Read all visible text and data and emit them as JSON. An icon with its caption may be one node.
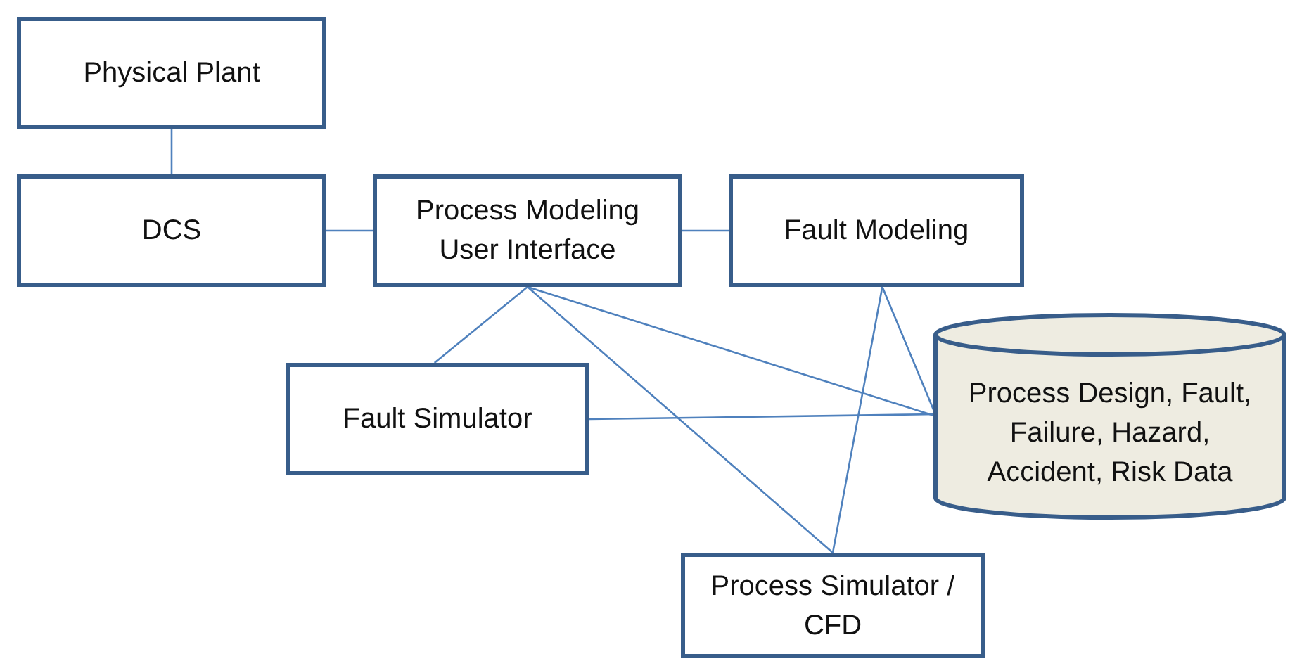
{
  "diagram": {
    "nodes": [
      {
        "text": [
          "Physical Plant"
        ]
      },
      {
        "text": [
          "DCS"
        ]
      },
      {
        "text": [
          "Process Modeling User Interface"
        ]
      },
      {
        "text": [
          "Fault Modeling"
        ]
      },
      {
        "text": [
          "Fault Simulator"
        ]
      },
      {
        "text": [
          "Process Design, Fault, Failure, Hazard, Accident, Risk Data"
        ]
      },
      {
        "text": [
          "Process Simulator / CFD"
        ]
      }
    ],
    "edges": [
      {
        "from": 0,
        "to": 1,
        "arrow": "none"
      },
      {
        "from": 1,
        "to": 2,
        "arrow": "none"
      },
      {
        "from": 2,
        "to": 3,
        "arrow": "none"
      },
      {
        "from": 2,
        "to": 4,
        "arrow": "none"
      },
      {
        "from": 2,
        "to": 5,
        "arrow": "none"
      },
      {
        "from": 2,
        "to": 6,
        "arrow": "none"
      },
      {
        "from": 3,
        "to": 5,
        "arrow": "none"
      },
      {
        "from": 3,
        "to": 6,
        "arrow": "none"
      },
      {
        "from": 4,
        "to": 5,
        "arrow": "none"
      }
    ]
  }
}
